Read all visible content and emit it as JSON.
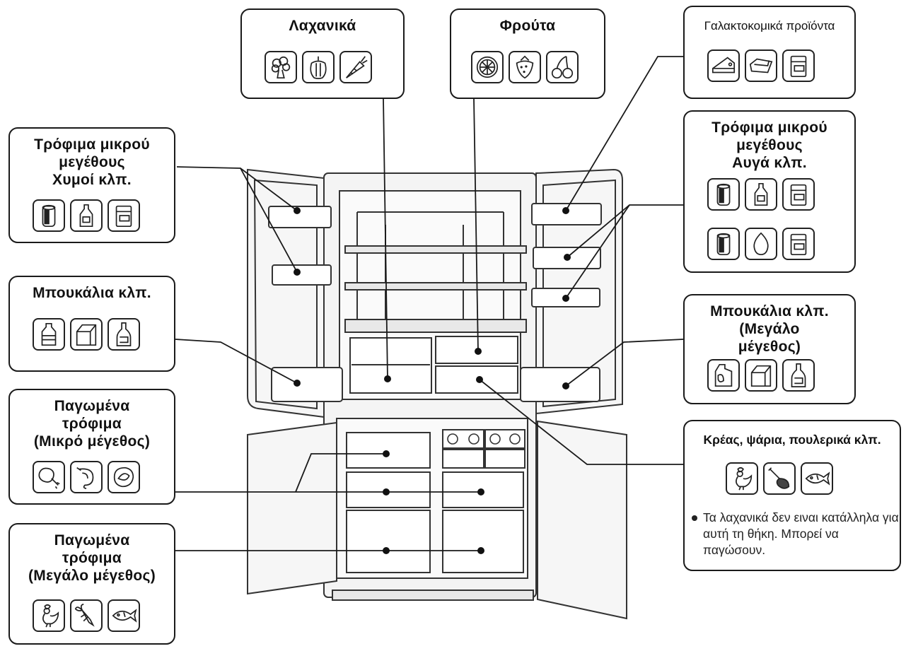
{
  "labels": {
    "vegetables": "Λαχανικά",
    "fruit": "Φρούτα",
    "dairy": "Γαλακτοκομικά προϊόντα",
    "small_left": "Τρόφιμα μικρού\nμεγέθους\nΧυμοί κλπ.",
    "small_right": "Τρόφιμα μικρού\nμεγέθους\nΑυγά κλπ.",
    "bottles": "Μπουκάλια κλπ.",
    "bottles_large": "Μπουκάλια κλπ.\n(Μεγάλο\nμέγεθος)",
    "frozen_small": "Παγωμένα\nτρόφιμα\n(Μικρό μέγεθος)",
    "frozen_large": "Παγωμένα\nτρόφιμα\n(Μεγάλο μέγεθος)",
    "meat": "Κρέας, ψάρια, πουλερικά κλπ."
  },
  "note": "Τα λαχανικά δεν ειναι κατάλληλα για αυτή τη θήκη. Μπορεί να παγώσουν.",
  "icons": {
    "vegetables": [
      "broccoli-icon",
      "pepper-icon",
      "carrot-icon"
    ],
    "fruit": [
      "citrus-icon",
      "strawberry-icon",
      "cherry-icon"
    ],
    "dairy": [
      "cheese-icon",
      "butter-icon",
      "container-icon"
    ],
    "small_left": [
      "can-icon",
      "sauce-bottle-icon",
      "container-icon"
    ],
    "small_right_row1": [
      "can-icon",
      "sauce-bottle-icon",
      "container-icon"
    ],
    "small_right_row2": [
      "can-icon",
      "egg-icon",
      "container-icon"
    ],
    "bottles": [
      "water-bottle-icon",
      "milk-carton-icon",
      "wine-bottle-icon"
    ],
    "bottles_large": [
      "jug-icon",
      "milk-carton-icon",
      "wine-bottle-icon"
    ],
    "frozen_small": [
      "chicken-leg-icon",
      "shrimp-icon",
      "fish-steak-icon"
    ],
    "frozen_large": [
      "rooster-icon",
      "lobster-icon",
      "fish-icon"
    ],
    "meat": [
      "rooster-icon",
      "meat-leg-icon",
      "fish-icon"
    ]
  },
  "colors": {
    "line": "#1a1a1a",
    "fridge_stroke": "#333333",
    "fridge_fill": "#f4f4f4"
  }
}
